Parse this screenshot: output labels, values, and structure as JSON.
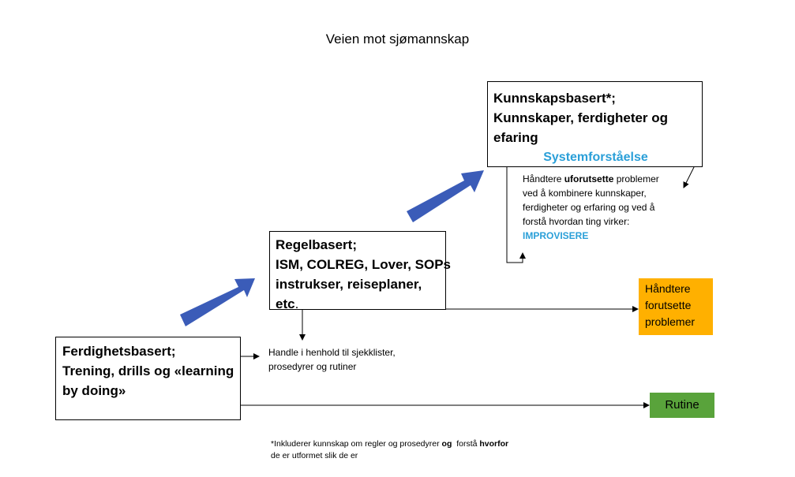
{
  "title": "Veien mot sjømannskap",
  "boxes": {
    "knowledge": {
      "line1": "Kunnskapsbasert*;",
      "line2": "Kunnskaper, ferdigheter og",
      "line3": "efaring",
      "highlight": "Systemforståelse"
    },
    "rule": {
      "line1": "Regelbasert;",
      "line2": "ISM, COLREG, Lover, SOPs",
      "line3": "instrukser, reiseplaner,",
      "line4_bold": "etc",
      "line4_tail": "."
    },
    "skill": {
      "line1": "Ferdighetsbasert;",
      "line2": "Trening, drills og «learning",
      "line3": "by doing»"
    }
  },
  "notes": {
    "knowledge": {
      "l1_pre": "Håndtere ",
      "l1_bold": "uforutsette",
      "l1_post": " problemer",
      "l2": "ved å kombinere kunnskaper,",
      "l3": "ferdigheter og erfaring og ved å",
      "l4": "forstå hvordan ting virker:",
      "l5": "IMPROVISERE"
    },
    "rule": {
      "l1": "Handle  i henhold til sjekklister,",
      "l2": "prosedyrer og rutiner"
    }
  },
  "outcomes": {
    "foreseen": {
      "l1": "Håndtere",
      "l2": "forutsette",
      "l3": "problemer"
    },
    "routine": "Rutine"
  },
  "footnote": {
    "l1_pre": "*Inkluderer kunnskap om regler og prosedyrer ",
    "l1_bold1": "og",
    "l1_mid": "  forstå ",
    "l1_bold2": "hvorfor",
    "l2": "de er utformet slik de er"
  },
  "colors": {
    "arrow_fill": "#3b5cb8",
    "highlight_blue": "#2a9fd8",
    "foreseen_fill": "#ffb000",
    "routine_fill": "#59a33b"
  }
}
